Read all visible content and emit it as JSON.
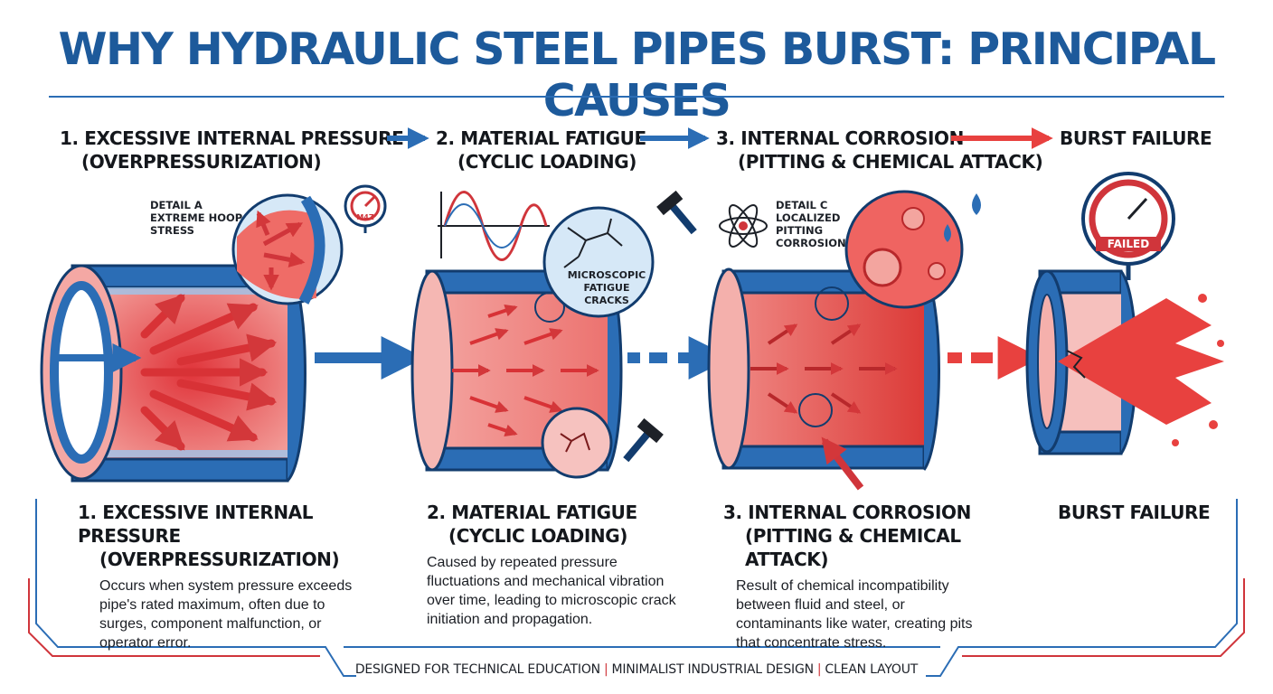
{
  "title": "WHY HYDRAULIC STEEL PIPES BURST: PRINCIPAL CAUSES",
  "stages": [
    {
      "head_line1": "1. EXCESSIVE INTERNAL PRESSURE",
      "head_line2": "(OVERPRESSURIZATION)",
      "body": "Occurs when system pressure exceeds pipe's rated maximum, often due to surges, component malfunction, or operator error."
    },
    {
      "head_line1": "2. MATERIAL FATIGUE",
      "head_line2": "(CYCLIC LOADING)",
      "body": "Caused by repeated pressure fluctuations and mechanical vibration over time, leading to microscopic crack initiation and propagation."
    },
    {
      "head_line1": "3. INTERNAL CORROSION",
      "head_line2": "(PITTING & CHEMICAL ATTACK)",
      "body": "Result of chemical incompatibility between fluid and steel, or contaminants like water, creating pits that concentrate stress."
    },
    {
      "head_line1": "BURST FAILURE"
    }
  ],
  "details": {
    "a": {
      "line1": "DETAIL A",
      "line2": "EXTREME HOOP",
      "line3": "STRESS"
    },
    "b": {
      "line1": "MICROSCOPIC",
      "line2": "FATIGUE",
      "line3": "CRACKS"
    },
    "c": {
      "line1": "DETAIL C",
      "line2": "LOCALIZED",
      "line3": "PITTING",
      "line4": "CORROSION"
    }
  },
  "gauges": {
    "a_label": "M4Z",
    "burst_label": "FAILED"
  },
  "footer": {
    "item1": "DESIGNED FOR TECHNICAL EDUCATION",
    "item2": "MINIMALIST INDUSTRIAL DESIGN",
    "item3": "CLEAN LAYOUT"
  },
  "colors": {
    "title_blue": "#1d5a9b",
    "pipe_blue": "#2b6db5",
    "fluid_red": "#e8413f",
    "pink": "#f2a6a2",
    "accent_red": "#d0353b"
  }
}
